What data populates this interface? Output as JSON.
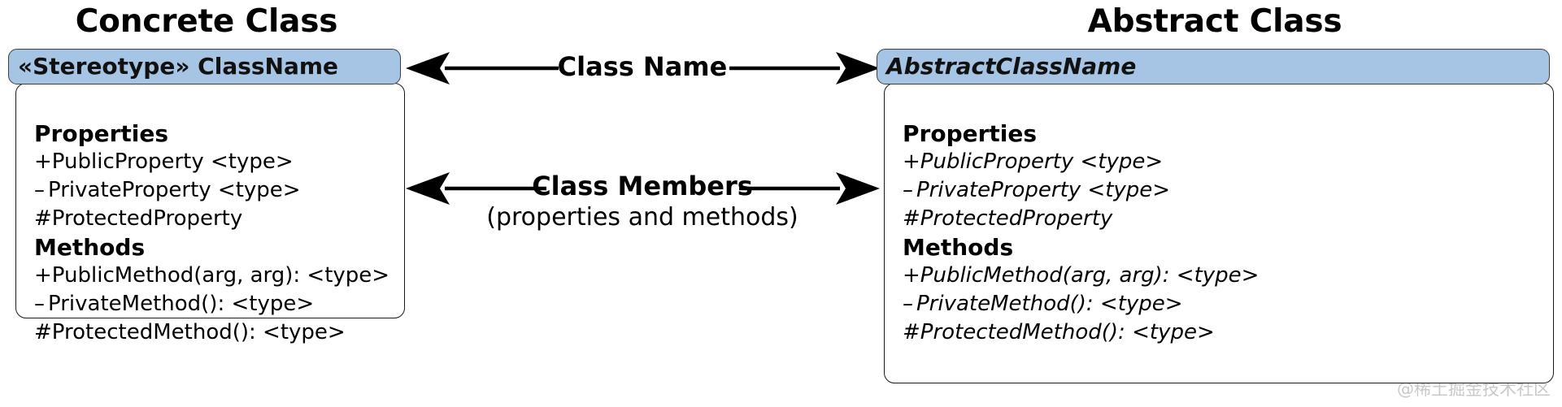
{
  "diagram": {
    "background_color": "#ffffff",
    "header_fill_color": "#A6C4E3",
    "border_color": "#1a1a1a",
    "watermark": "@稀土掘金技术社区"
  },
  "sections": {
    "left_title": "Concrete Class",
    "right_title": "Abstract Class"
  },
  "concrete_class": {
    "header": "«Stereotype» ClassName",
    "properties_heading": "Properties",
    "properties": [
      {
        "symbol": "+",
        "text": "PublicProperty <type>"
      },
      {
        "symbol": "–",
        "text": "PrivateProperty <type>"
      },
      {
        "symbol": "#",
        "text": "ProtectedProperty"
      }
    ],
    "methods_heading": "Methods",
    "methods": [
      {
        "symbol": "+",
        "text": "PublicMethod(arg, arg): <type>"
      },
      {
        "symbol": "–",
        "text": "PrivateMethod(): <type>"
      },
      {
        "symbol": "#",
        "text": "ProtectedMethod(): <type>"
      }
    ]
  },
  "abstract_class": {
    "header": "AbstractClassName",
    "properties_heading": "Properties",
    "properties": [
      {
        "symbol": "+",
        "text": "PublicProperty <type>"
      },
      {
        "symbol": "–",
        "text": "PrivateProperty <type>"
      },
      {
        "symbol": "#",
        "text": "ProtectedProperty"
      }
    ],
    "methods_heading": "Methods",
    "methods": [
      {
        "symbol": "+",
        "text": "PublicMethod(arg, arg): <type>"
      },
      {
        "symbol": "–",
        "text": "PrivateMethod(): <type>"
      },
      {
        "symbol": "#",
        "text": "ProtectedMethod(): <type>"
      }
    ]
  },
  "annotations": {
    "class_name": {
      "primary": "Class Name",
      "secondary": ""
    },
    "class_members": {
      "primary": "Class Members",
      "secondary": "(properties and methods)"
    }
  }
}
